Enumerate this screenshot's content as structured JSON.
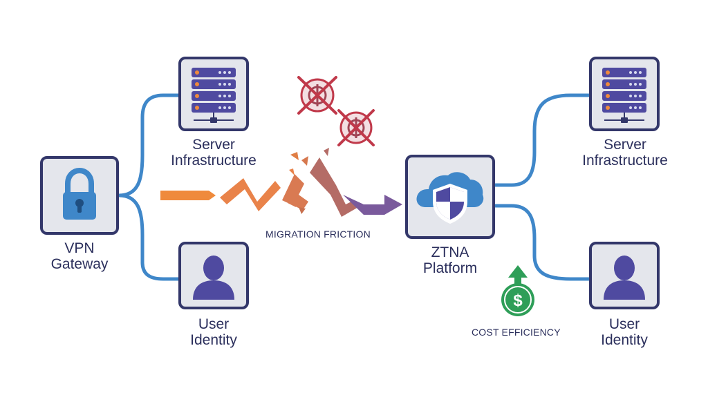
{
  "nodes": {
    "vpn_gateway": {
      "label_line1": "VPN",
      "label_line2": "Gateway",
      "icon": "padlock-icon"
    },
    "server_left": {
      "label_line1": "Server",
      "label_line2": "Infrastructure",
      "icon": "server-rack-icon"
    },
    "user_left": {
      "label_line1": "User",
      "label_line2": "Identity",
      "icon": "user-icon"
    },
    "ztna_platform": {
      "label_line1": "ZTNA",
      "label_line2": "Platform",
      "icon": "cloud-shield-icon"
    },
    "server_right": {
      "label_line1": "Server",
      "label_line2": "Infrastructure",
      "icon": "server-rack-icon"
    },
    "user_right": {
      "label_line1": "User",
      "label_line2": "Identity",
      "icon": "user-icon"
    }
  },
  "annotations": {
    "migration_friction": "MIGRATION FRICTION",
    "cost_efficiency": "COST EFFICIENCY"
  },
  "colors": {
    "node_border": "#33376a",
    "node_fill": "#e4e6ec",
    "connector": "#3f87c9",
    "arrow_orange": "#ef8a3c",
    "arrow_purple": "#7a5a9c",
    "blocked_red": "#c0394a",
    "cost_green": "#2e9e58",
    "icon_blue": "#3f87c9",
    "icon_purple": "#4f4aa0"
  }
}
